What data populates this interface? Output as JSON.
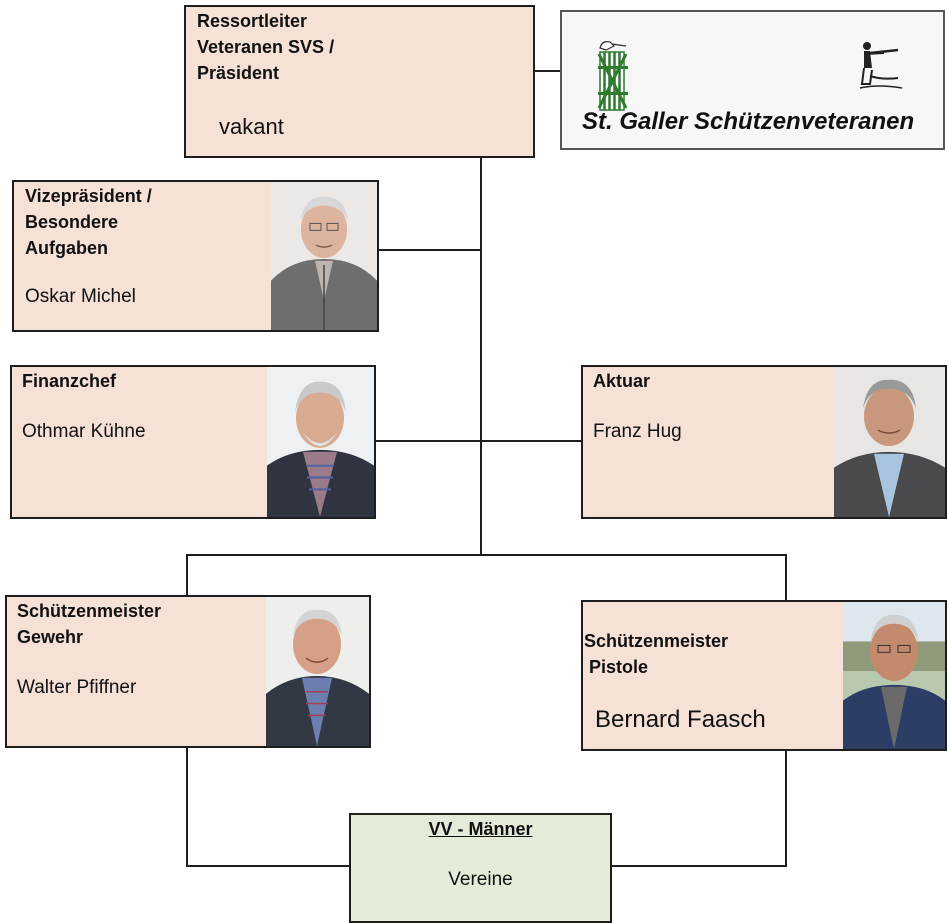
{
  "president": {
    "title": "Ressortleiter\nVeteranen SVS /\nPräsident",
    "name": "vakant"
  },
  "logo": {
    "text": "St. Galler Schützenveteranen"
  },
  "vice": {
    "title": "Vizepräsident /\nBesondere\nAufgaben",
    "name": "Oskar Michel"
  },
  "finance": {
    "title": "Finanzchef",
    "name": "Othmar Kühne"
  },
  "aktuar": {
    "title": "Aktuar",
    "name": "Franz Hug"
  },
  "rifle": {
    "title": "Schützenmeister\nGewehr",
    "name": "Walter Pfiffner"
  },
  "pistol": {
    "title": "Schützenmeister\n Pistole",
    "name": "Bernard Faasch"
  },
  "vv": {
    "title": "VV - Männer",
    "subtitle": "Vereine"
  }
}
